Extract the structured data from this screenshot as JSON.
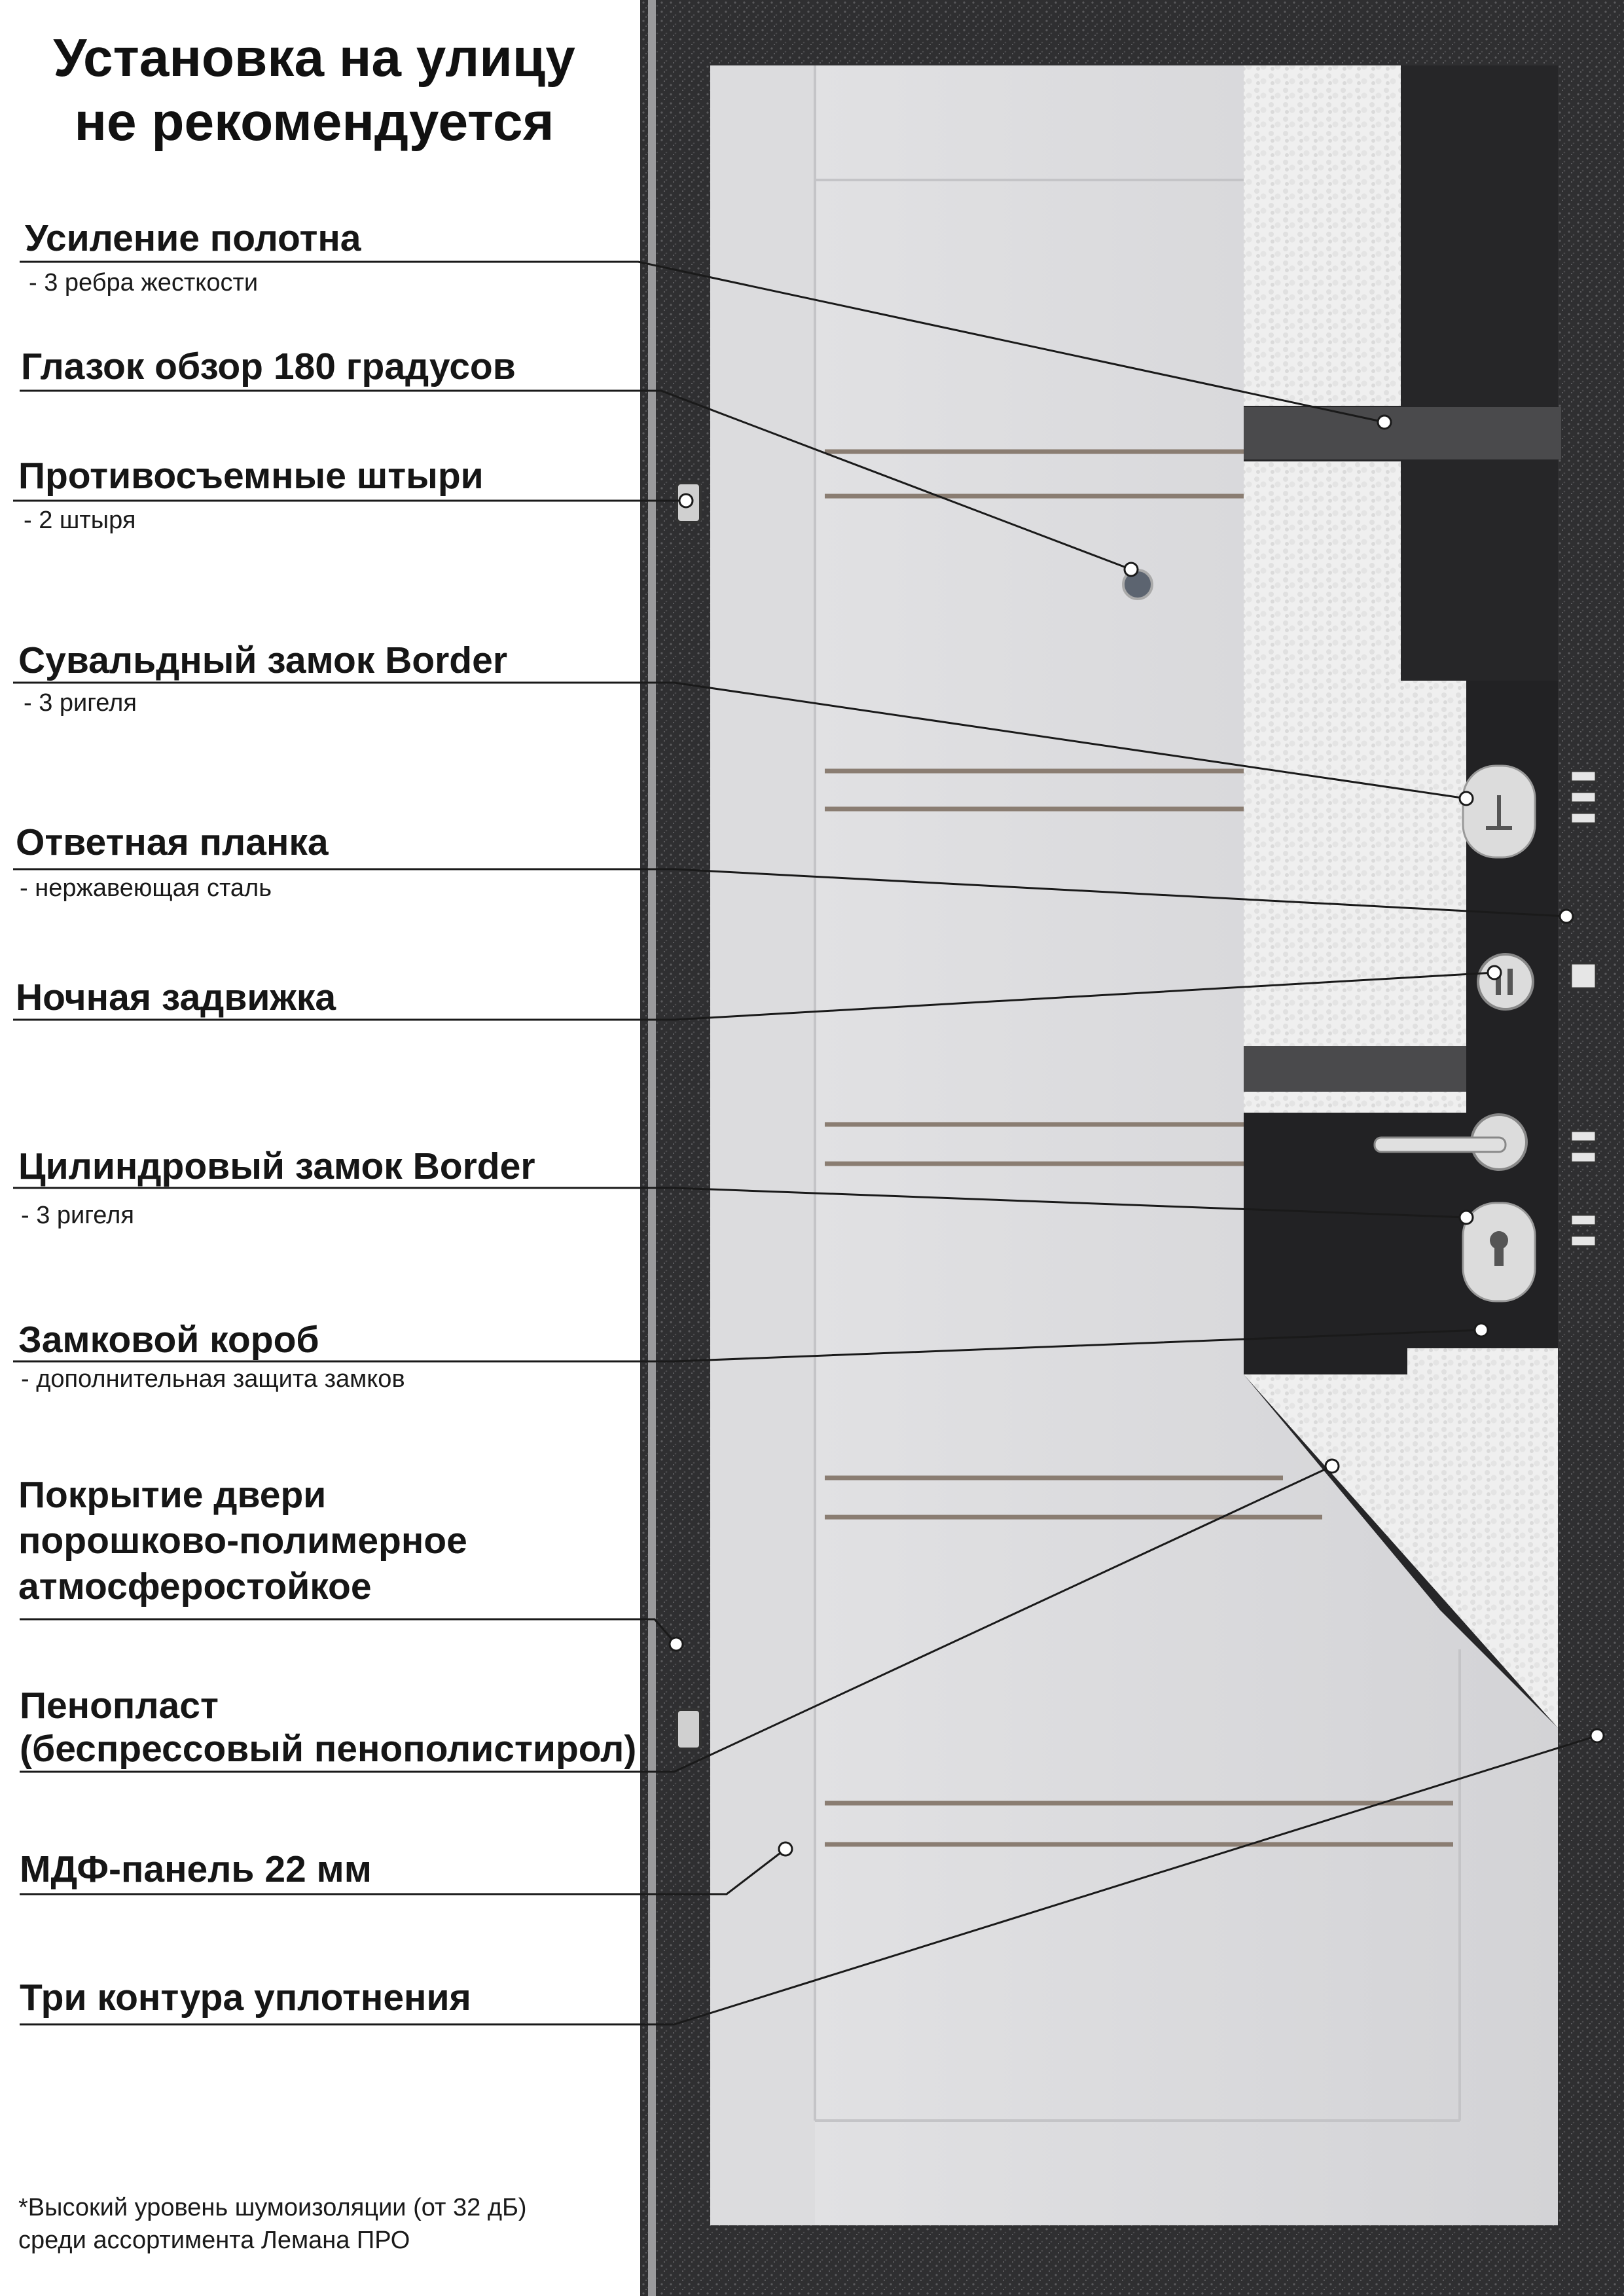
{
  "heading": {
    "line1": "Установка на улицу",
    "line2": "не рекомендуется"
  },
  "callouts": [
    {
      "title": "Усиление полотна",
      "sub": "- 3 ребра жесткости"
    },
    {
      "title": "Глазок обзор 180 градусов"
    },
    {
      "title": "Противосъемные штыри",
      "sub": "- 2 штыря"
    },
    {
      "title": "Сувальдный замок Border",
      "sub": "- 3 ригеля"
    },
    {
      "title": "Ответная планка",
      "sub": "- нержавеющая сталь"
    },
    {
      "title": "Ночная задвижка"
    },
    {
      "title": "Цилиндровый замок Border",
      "sub": "- 3 ригеля"
    },
    {
      "title": "Замковой короб",
      "sub": "- дополнительная защита замков"
    },
    {
      "title_lines": [
        "Покрытие двери",
        "порошково-полимерное",
        "атмосферостойкое"
      ]
    },
    {
      "title_lines": [
        "Пенопласт",
        "(беспрессовый пенополистирол)"
      ]
    },
    {
      "title": "МДФ-панель 22 мм"
    },
    {
      "title": "Три контура уплотнения"
    }
  ],
  "footnote": {
    "line1": "*Высокий уровень шумоизоляции (от 32 дБ)",
    "line2": "среди ассортимента Лемана ПРО"
  },
  "colors": {
    "frame": "#2e2e30",
    "mdf_panel": "#d9d9db",
    "insulation": "#ececec",
    "steel": "#3a3a3c",
    "accent_line": "#1a1a1a"
  }
}
